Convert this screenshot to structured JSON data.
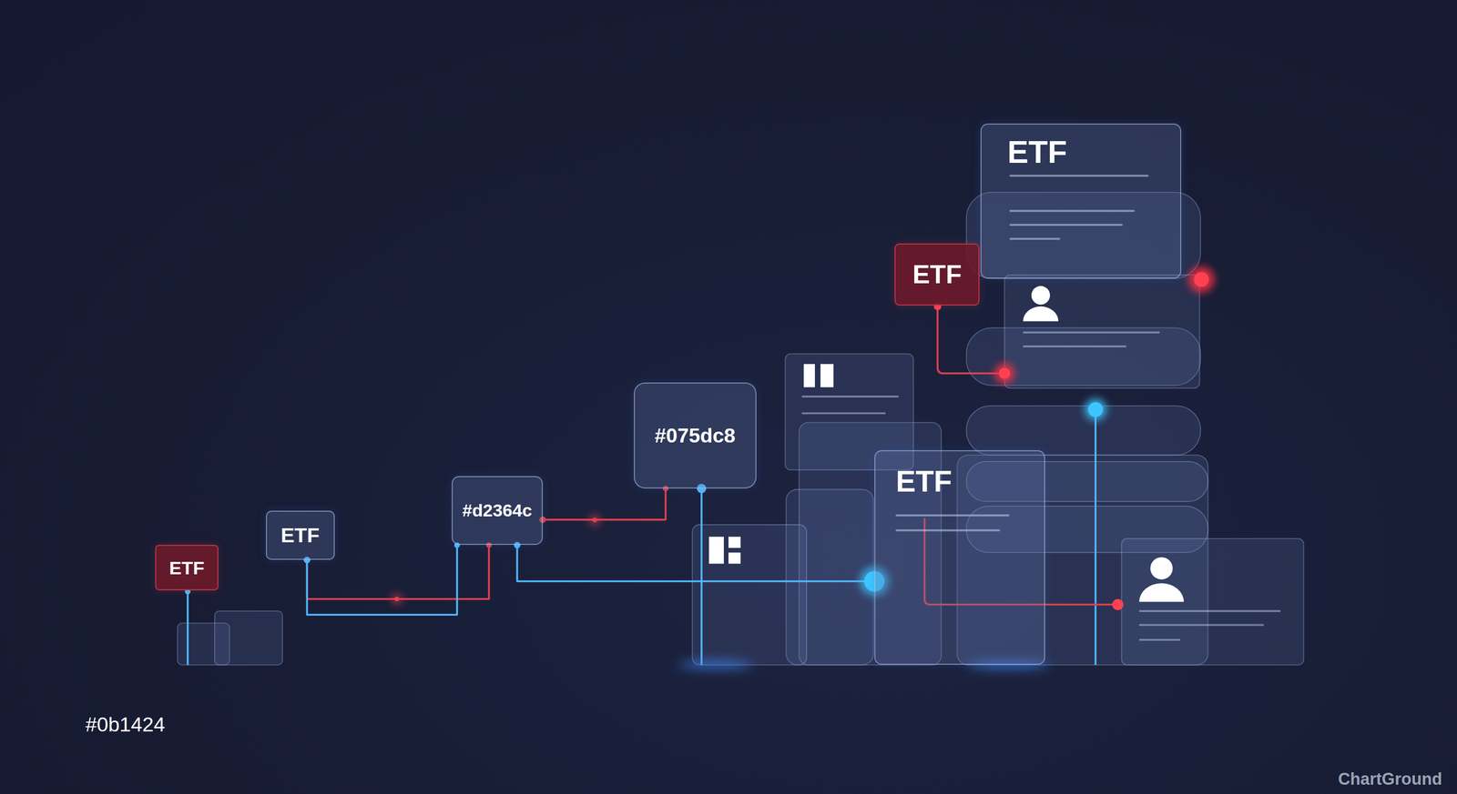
{
  "diagram": {
    "nodes": [
      {
        "text": [
          "ETF"
        ]
      },
      {
        "text": [
          "ETF"
        ]
      },
      {
        "text": [
          "#d2364c"
        ]
      },
      {
        "text": [
          "#075dc8"
        ]
      },
      {
        "text": [
          "ETF"
        ]
      },
      {
        "text": [
          "ETF"
        ]
      },
      {
        "text": [
          "ETF"
        ]
      }
    ],
    "edges": [
      {
        "from": 1,
        "to": 2,
        "arrow": "none"
      },
      {
        "from": 1,
        "to": 2,
        "arrow": "none"
      },
      {
        "from": 2,
        "to": 3,
        "arrow": "none"
      },
      {
        "from": 2,
        "to": 6,
        "arrow": "none"
      }
    ],
    "labels": [
      "#0b1424",
      "ChartGround"
    ]
  }
}
